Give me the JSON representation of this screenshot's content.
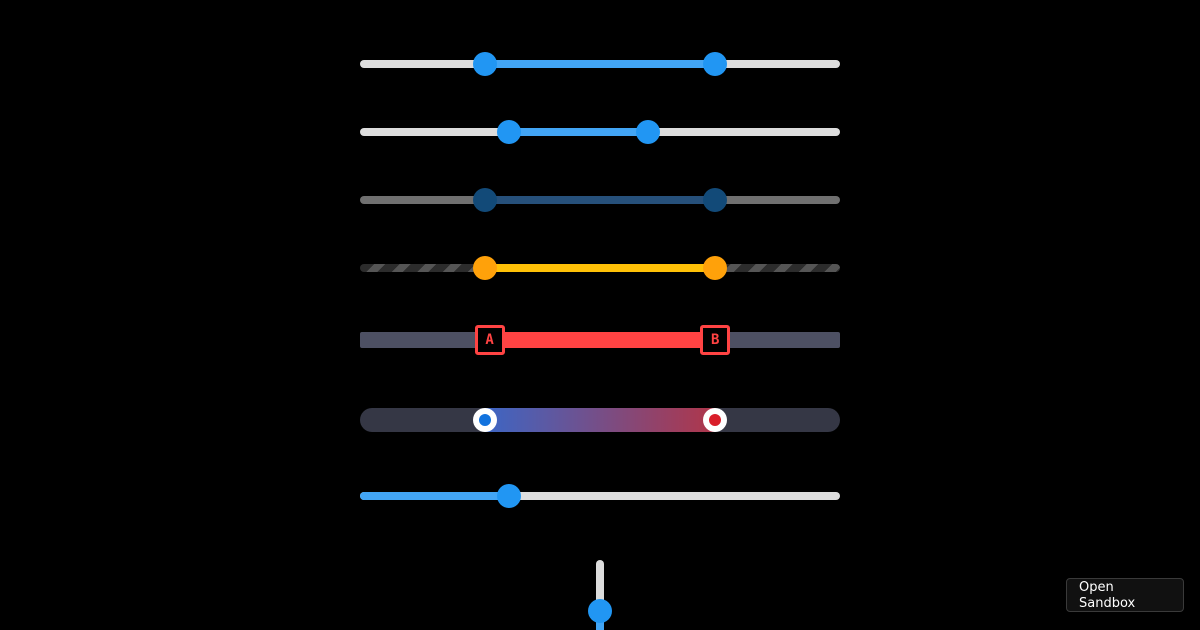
{
  "sliders": [
    {
      "style": "default",
      "min": 0,
      "max": 100,
      "value": [
        26,
        74
      ],
      "track_color": "#dddddd",
      "fill_color": "#42a5f5",
      "thumb_color": "#2196f3"
    },
    {
      "style": "small-thumbs",
      "min": 0,
      "max": 100,
      "value": [
        31,
        60
      ],
      "track_color": "#dddddd",
      "fill_color": "#42a5f5",
      "thumb_color": "#2196f3"
    },
    {
      "style": "disabled",
      "min": 0,
      "max": 100,
      "value": [
        26,
        74
      ],
      "track_color": "#707070",
      "fill_color": "#26507a",
      "thumb_color": "#124a78"
    },
    {
      "style": "striped",
      "min": 0,
      "max": 100,
      "value": [
        26,
        74
      ],
      "track_color": "#2c2c2c",
      "stripe_color": "#555555",
      "fill_color": "#ffc107",
      "thumb_color": "#ffa10a"
    },
    {
      "style": "labeled",
      "min": 0,
      "max": 100,
      "value": [
        27,
        74
      ],
      "track_color": "#4d5063",
      "fill_color": "#ff4343",
      "thumb_color": "#ff4343",
      "labels": [
        "A",
        "B"
      ]
    },
    {
      "style": "gradient",
      "min": 0,
      "max": 100,
      "value": [
        26,
        74
      ],
      "track_color": "#353745",
      "fill_gradient": [
        "#3d66c4",
        "#b0364a"
      ],
      "dot_colors": [
        "#1273de",
        "#d91e2a"
      ]
    },
    {
      "style": "single",
      "min": 0,
      "max": 100,
      "value": 31,
      "track_color": "#dddddd",
      "fill_color": "#42a5f5",
      "thumb_color": "#2196f3"
    }
  ],
  "vertical_slider": {
    "min": 0,
    "max": 100,
    "value": 27,
    "track_color": "#dddddd",
    "fill_color": "#42a5f5",
    "thumb_color": "#2196f3"
  },
  "sandbox_button": {
    "label": "Open Sandbox"
  }
}
